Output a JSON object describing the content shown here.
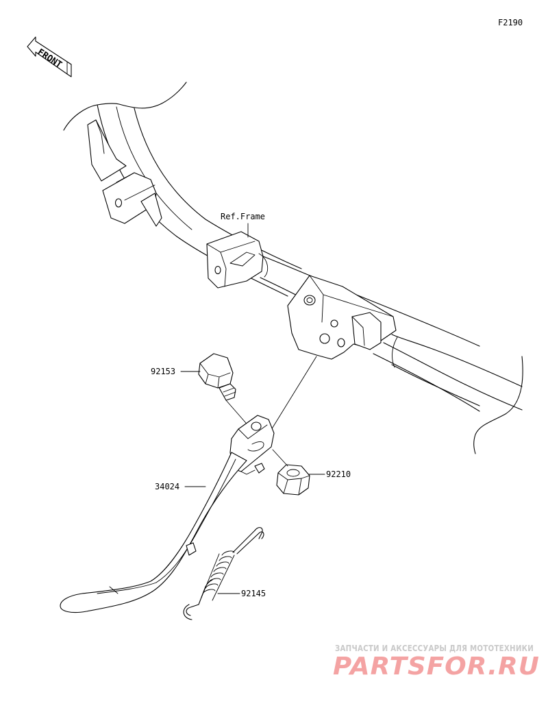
{
  "diagram": {
    "figure_code": "F2190",
    "direction_label": "FRONT",
    "reference_label": "Ref.Frame",
    "parts": [
      {
        "number": "92153"
      },
      {
        "number": "92210"
      },
      {
        "number": "34024"
      },
      {
        "number": "92145"
      }
    ]
  },
  "watermark": {
    "tagline": "ЗАПЧАСТИ И АКСЕССУАРЫ ДЛЯ МОТОТЕХНИКИ",
    "brand": "PARTSFOR.RU",
    "colors": {
      "brand": "#f4a3a3",
      "tagline": "#c9c9c9"
    }
  }
}
